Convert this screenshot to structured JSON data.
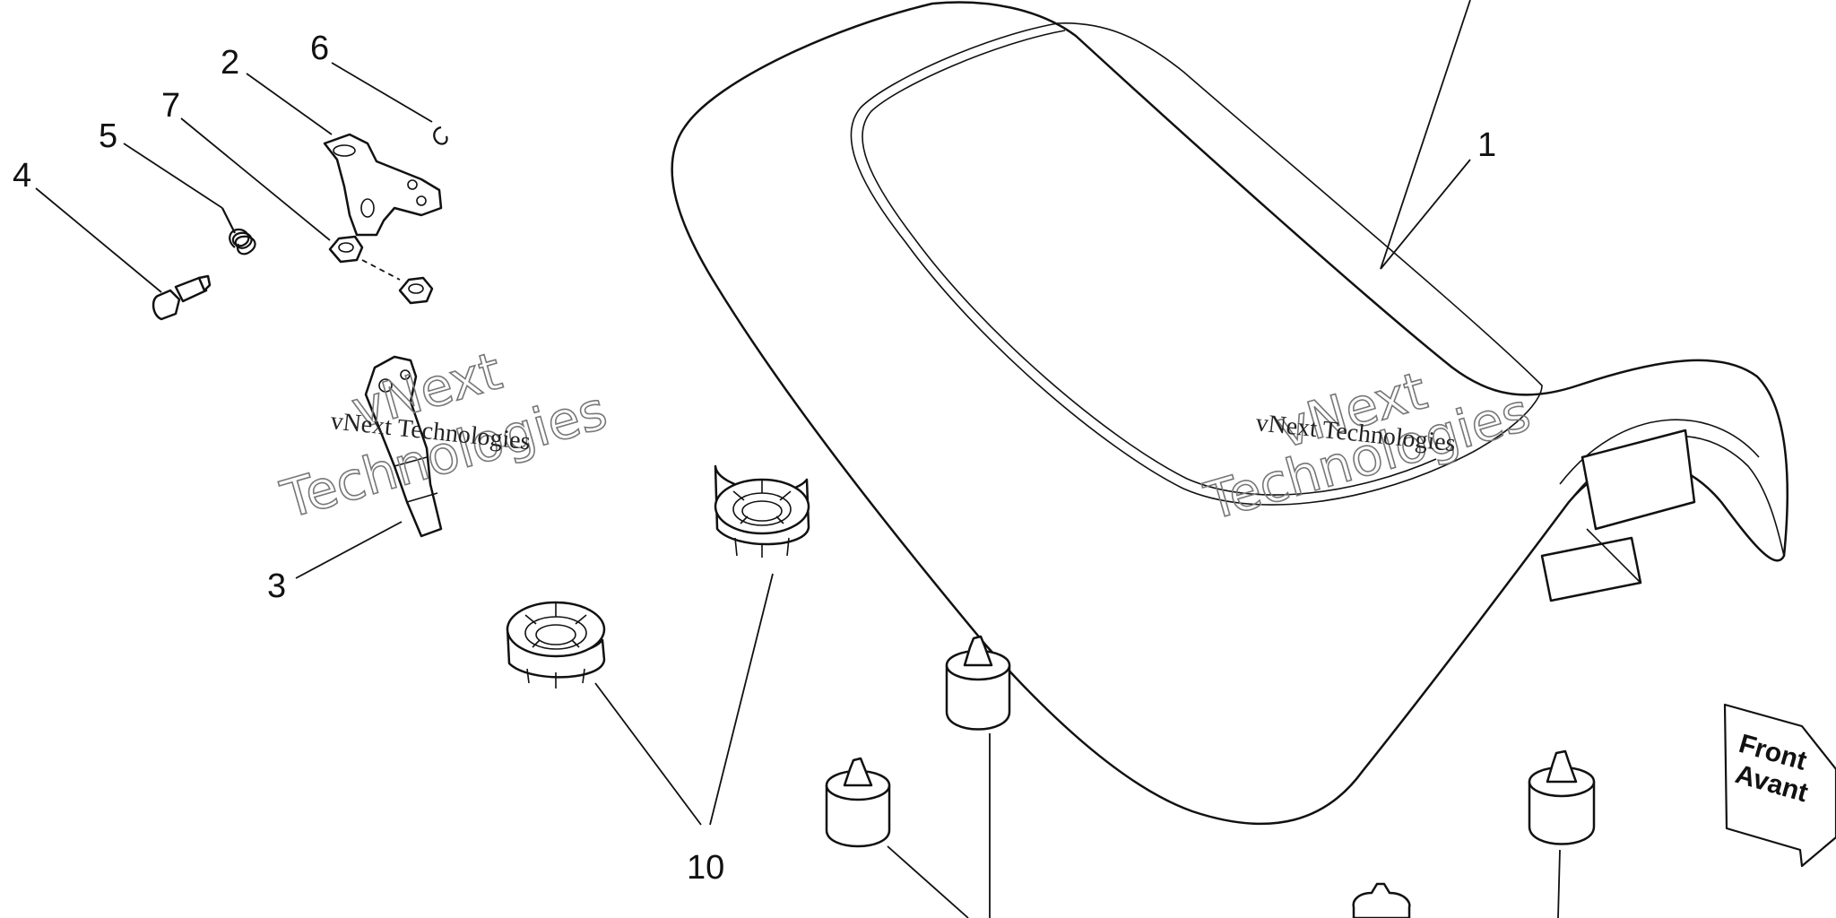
{
  "callouts": {
    "n1": "1",
    "n2": "2",
    "n3": "3",
    "n4": "4",
    "n5": "5",
    "n6": "6",
    "n7": "7",
    "n10": "10"
  },
  "watermark": {
    "line1": "vNext Technologies",
    "outline_a": "vNext",
    "outline_b": "Technologies"
  },
  "direction_arrow": {
    "line1": "Front",
    "line2": "Avant"
  },
  "colors": {
    "ink": "#111111",
    "background": "#ffffff",
    "watermark": "#777777"
  }
}
